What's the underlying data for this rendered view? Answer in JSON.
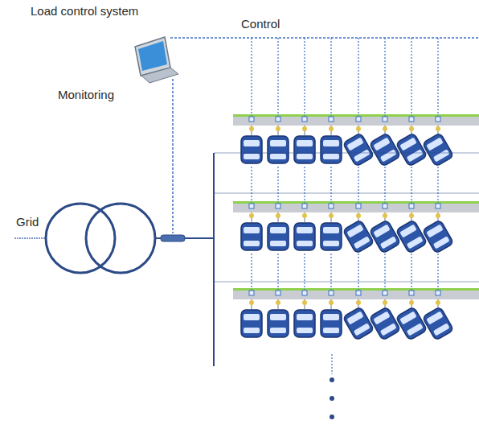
{
  "diagram": {
    "labels": [
      "Load control system",
      "Control",
      "Monitoring",
      "Grid"
    ]
  }
}
